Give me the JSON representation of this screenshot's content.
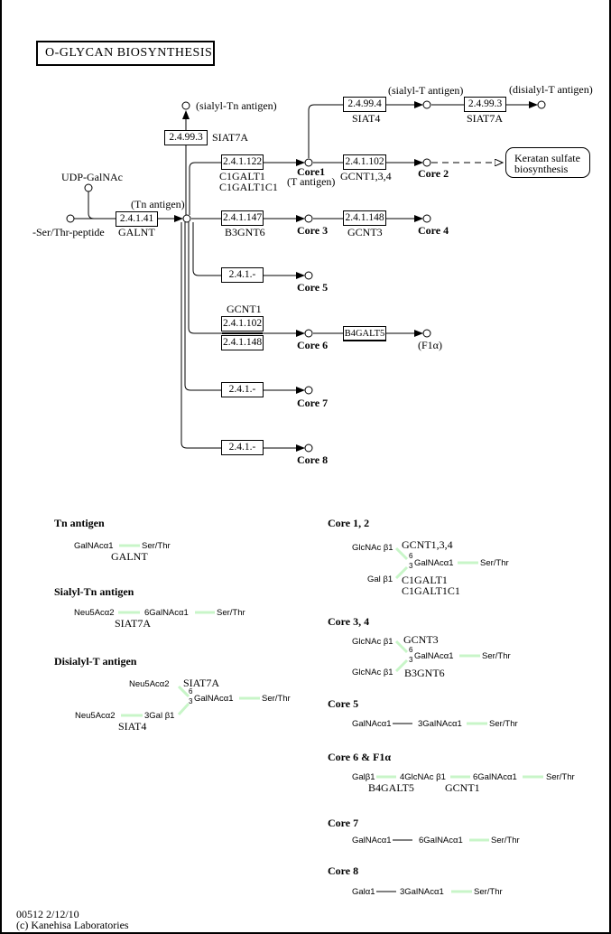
{
  "title": "O-GLYCAN BIOSYNTHESIS",
  "footer": {
    "map_id_date": "00512 2/12/10",
    "copyright": "(c) Kanehisa Laboratories"
  },
  "colors": {
    "line": "#000000",
    "linkage_highlight": "#c8f5c8",
    "background": "#ffffff"
  },
  "compounds": {
    "udp_galnac": "UDP-GalNAc",
    "peptide": "-Ser/Thr-peptide",
    "tn_antigen": "(Tn antigen)",
    "sialyl_tn": "(sialyl-Tn antigen)",
    "core1": "Core1",
    "t_antigen": "(T antigen)",
    "sialyl_t": "(sialyl-T antigen)",
    "disialyl_t": "(disialyl-T antigen)",
    "core2": "Core 2",
    "core3": "Core 3",
    "core4": "Core 4",
    "core5": "Core 5",
    "core6": "Core 6",
    "f1a": "(F1α)",
    "core7": "Core 7",
    "core8": "Core 8"
  },
  "map_link": {
    "line1": "Keratan sulfate",
    "line2": "biosynthesis"
  },
  "enzymes": {
    "galnt": {
      "ec": "2.4.1.41",
      "gene": "GALNT"
    },
    "siat7a_tn": {
      "ec": "2.4.99.3",
      "gene": "SIAT7A"
    },
    "c1galt": {
      "ec": "2.4.1.122",
      "gene1": "C1GALT1",
      "gene2": "C1GALT1C1"
    },
    "b3gnt6": {
      "ec": "2.4.1.147",
      "gene": "B3GNT6"
    },
    "siat4": {
      "ec": "2.4.99.4",
      "gene": "SIAT4"
    },
    "siat7a_t": {
      "ec": "2.4.99.3",
      "gene": "SIAT7A"
    },
    "gcnt134": {
      "ec": "2.4.1.102",
      "gene": "GCNT1,3,4"
    },
    "gcnt3": {
      "ec": "2.4.1.148",
      "gene": "GCNT3"
    },
    "core5": {
      "ec": "2.4.1.-"
    },
    "core6_a": {
      "ec": "2.4.1.102",
      "gene": "GCNT1"
    },
    "core6_b": {
      "ec": "2.4.1.148"
    },
    "b4galt5": {
      "label": "B4GALT5"
    },
    "core7": {
      "ec": "2.4.1.-"
    },
    "core8": {
      "ec": "2.4.1.-"
    }
  },
  "structures": {
    "tn": {
      "heading": "Tn antigen",
      "r1": "GalNAcα1",
      "r2": "Ser/Thr",
      "gene": "GALNT"
    },
    "sialyl_tn": {
      "heading": "Sialyl-Tn antigen",
      "r1": "Neu5Acα2",
      "r2": "6GalNAcα1",
      "r3": "Ser/Thr",
      "gene": "SIAT7A"
    },
    "disialyl_t": {
      "heading": "Disialyl-T antigen",
      "top": "Neu5Acα2",
      "gene_top": "SIAT7A",
      "center_pos": "6\n3",
      "center": "GalNAcα1",
      "end": "Ser/Thr",
      "bot1": "Neu5Acα2",
      "bot2": "3Gal β1",
      "gene_bot": "SIAT4"
    },
    "core12": {
      "heading": "Core 1, 2",
      "top": "GlcNAc β1",
      "gene_top": "GCNT1,3,4",
      "center": "GalNAcα1",
      "end": "Ser/Thr",
      "bot": "Gal β1",
      "gene_bot1": "C1GALT1",
      "gene_bot2": "C1GALT1C1"
    },
    "core34": {
      "heading": "Core 3, 4",
      "top": "GlcNAc β1",
      "gene_top": "GCNT3",
      "center": "GalNAcα1",
      "end": "Ser/Thr",
      "bot": "GlcNAc β1",
      "gene_bot": "B3GNT6"
    },
    "core5": {
      "heading": "Core 5",
      "r1": "GalNAcα1",
      "r2": "3GalNAcα1",
      "r3": "Ser/Thr"
    },
    "core6": {
      "heading": "Core 6 & F1α",
      "r1": "Galβ1",
      "r2": "4GlcNAc β1",
      "r3": "6GalNAcα1",
      "r4": "Ser/Thr",
      "gene1": "B4GALT5",
      "gene2": "GCNT1"
    },
    "core7": {
      "heading": "Core 7",
      "r1": "GalNAcα1",
      "r2": "6GalNAcα1",
      "r3": "Ser/Thr"
    },
    "core8": {
      "heading": "Core 8",
      "r1": "Galα1",
      "r2": "3GalNAcα1",
      "r3": "Ser/Thr"
    }
  }
}
